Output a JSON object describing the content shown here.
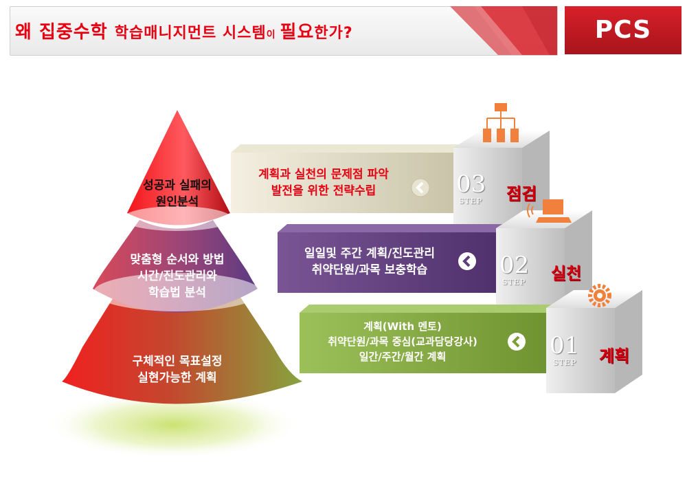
{
  "header": {
    "title_part1": "왜 집중수학 ",
    "title_part2": "학습매니지먼트 시스템",
    "title_part3": "이 ",
    "title_part4": "필요",
    "title_part5": "한가?",
    "brand": "PCS"
  },
  "pyramid": {
    "top": [
      "성공과 실패의",
      "원인분석"
    ],
    "middle": [
      "맞춤형 순서와 방법",
      "시간/진도관리와",
      "학습법 분석"
    ],
    "bottom": [
      "구체적인 목표설정",
      "실현가능한 계획"
    ]
  },
  "steps": [
    {
      "number": "03",
      "word": "STEP",
      "label": "점검",
      "lines": [
        "계획과 실천의 문제점 파악",
        "발전을 위한 전략수립"
      ],
      "icon": "network-icon"
    },
    {
      "number": "02",
      "word": "STEP",
      "label": "실천",
      "lines": [
        "일일및 주간 계획/진도관리",
        "취약단원/과목 보충학습"
      ],
      "icon": "laptop-icon"
    },
    {
      "number": "01",
      "word": "STEP",
      "label": "계획",
      "lines": [
        "계획(With 멘토)",
        "취약단원/과목 중심(교과담당강사)",
        "일간/주간/월간 계획"
      ],
      "icon": "gear-icon"
    }
  ],
  "colors": {
    "accent_red": "#e60012",
    "brand_red": "#c4161c",
    "purple": "#6f4a8a",
    "green": "#8db04a",
    "beige": "#ddd8c4"
  }
}
